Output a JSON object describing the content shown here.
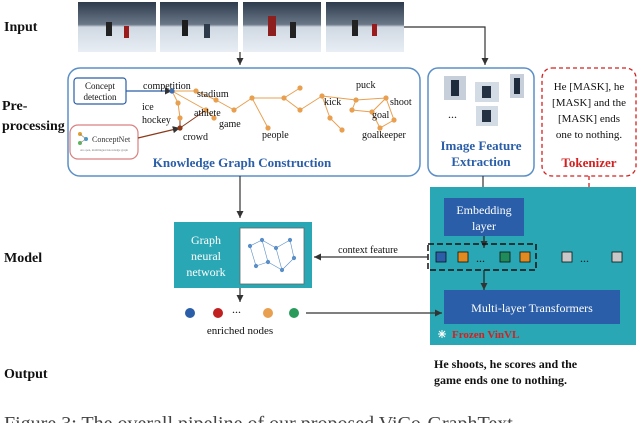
{
  "rows": {
    "input": "Input",
    "pre1": "Pre-",
    "pre2": "processing",
    "model": "Model",
    "output": "Output"
  },
  "kg": {
    "concept1": "Concept",
    "concept2": "detection",
    "conceptnet": "ConceptNet",
    "conceptnet_sub": "An open, multilingual knowledge graph",
    "title": "Knowledge Graph Construction",
    "nodes": [
      "competition",
      "ice",
      "hockey",
      "stadium",
      "athlete",
      "game",
      "crowd",
      "people",
      "kick",
      "puck",
      "shoot",
      "goal",
      "goalkeeper"
    ]
  },
  "feat": {
    "line1": "Image Feature",
    "line2": "Extraction",
    "ellipsis": "..."
  },
  "text_input": {
    "l1": "He [MASK], he",
    "l2": "[MASK] and the",
    "l3": "[MASK] ends",
    "l4": "one to nothing."
  },
  "tokenizer": "Tokenizer",
  "gnn": {
    "l1": "Graph",
    "l2": "neural",
    "l3": "network"
  },
  "context_feature": "context feature",
  "enriched": "enriched nodes",
  "embedding": {
    "l1": "Embedding",
    "l2": "layer"
  },
  "transformer": "Multi-layer Transformers",
  "frozen": "Frozen VinVL",
  "output": {
    "l1": "He shoots, he scores and the",
    "l2": "game ends one to nothing."
  },
  "caption": "Figure 3: The overall pipeline of our proposed ViCo-GraphText",
  "colors": {
    "blue_frame": "#5b8fc7",
    "teal": "#2aa7b4",
    "dark_blue": "#2a5ea8",
    "red": "#d42020",
    "node_orange": "#e8a050",
    "node_blue": "#3d6fb5",
    "node_brown": "#8b3a1a"
  }
}
